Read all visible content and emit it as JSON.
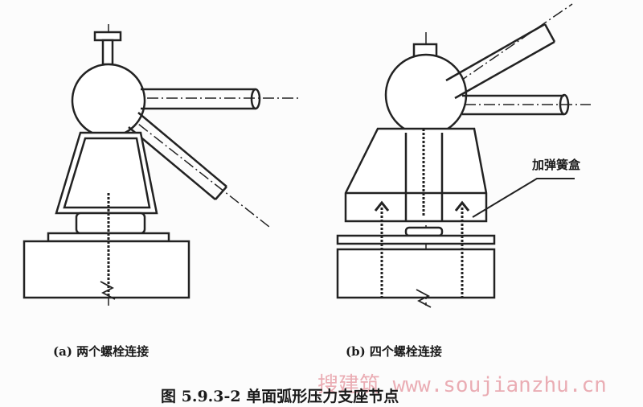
{
  "figure": {
    "caption_a": "(a) 两个螺栓连接",
    "caption_b": "(b) 四个螺栓连接",
    "title": "图 5.9.3-2   单面弧形压力支座节点",
    "label_spring_box": "加弹簧盒",
    "watermark": "搜建筑 www.soujianzhu.cn"
  }
}
